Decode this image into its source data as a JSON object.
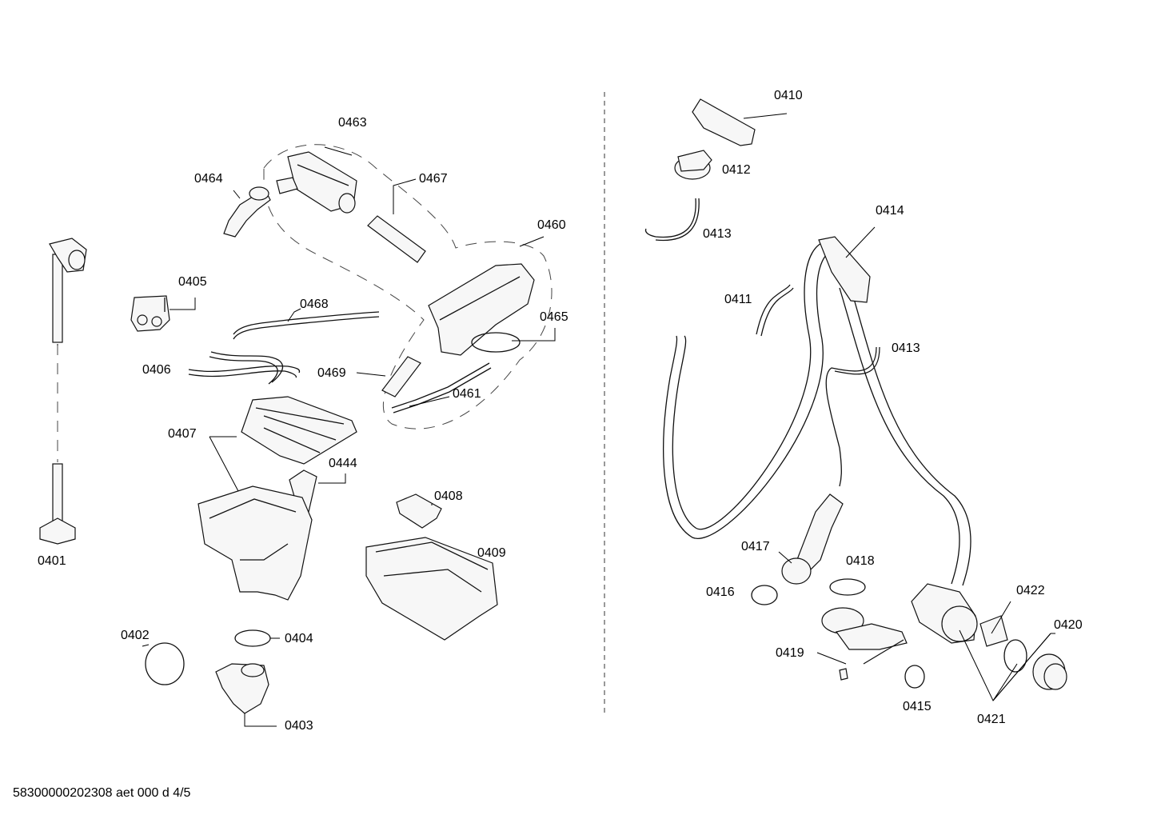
{
  "labels": {
    "p0401": "0401",
    "p0402": "0402",
    "p0403": "0403",
    "p0404": "0404",
    "p0405": "0405",
    "p0406": "0406",
    "p0407": "0407",
    "p0408": "0408",
    "p0409": "0409",
    "p0410": "0410",
    "p0411": "0411",
    "p0412": "0412",
    "p0413a": "0413",
    "p0413b": "0413",
    "p0414": "0414",
    "p0415": "0415",
    "p0416": "0416",
    "p0417": "0417",
    "p0418": "0418",
    "p0419": "0419",
    "p0420": "0420",
    "p0421": "0421",
    "p0422": "0422",
    "p0444": "0444",
    "p0460": "0460",
    "p0461": "0461",
    "p0463": "0463",
    "p0464": "0464",
    "p0465": "0465",
    "p0467": "0467",
    "p0468": "0468",
    "p0469": "0469"
  },
  "footer_text": "58300000202308 aet 000 d 4/5"
}
